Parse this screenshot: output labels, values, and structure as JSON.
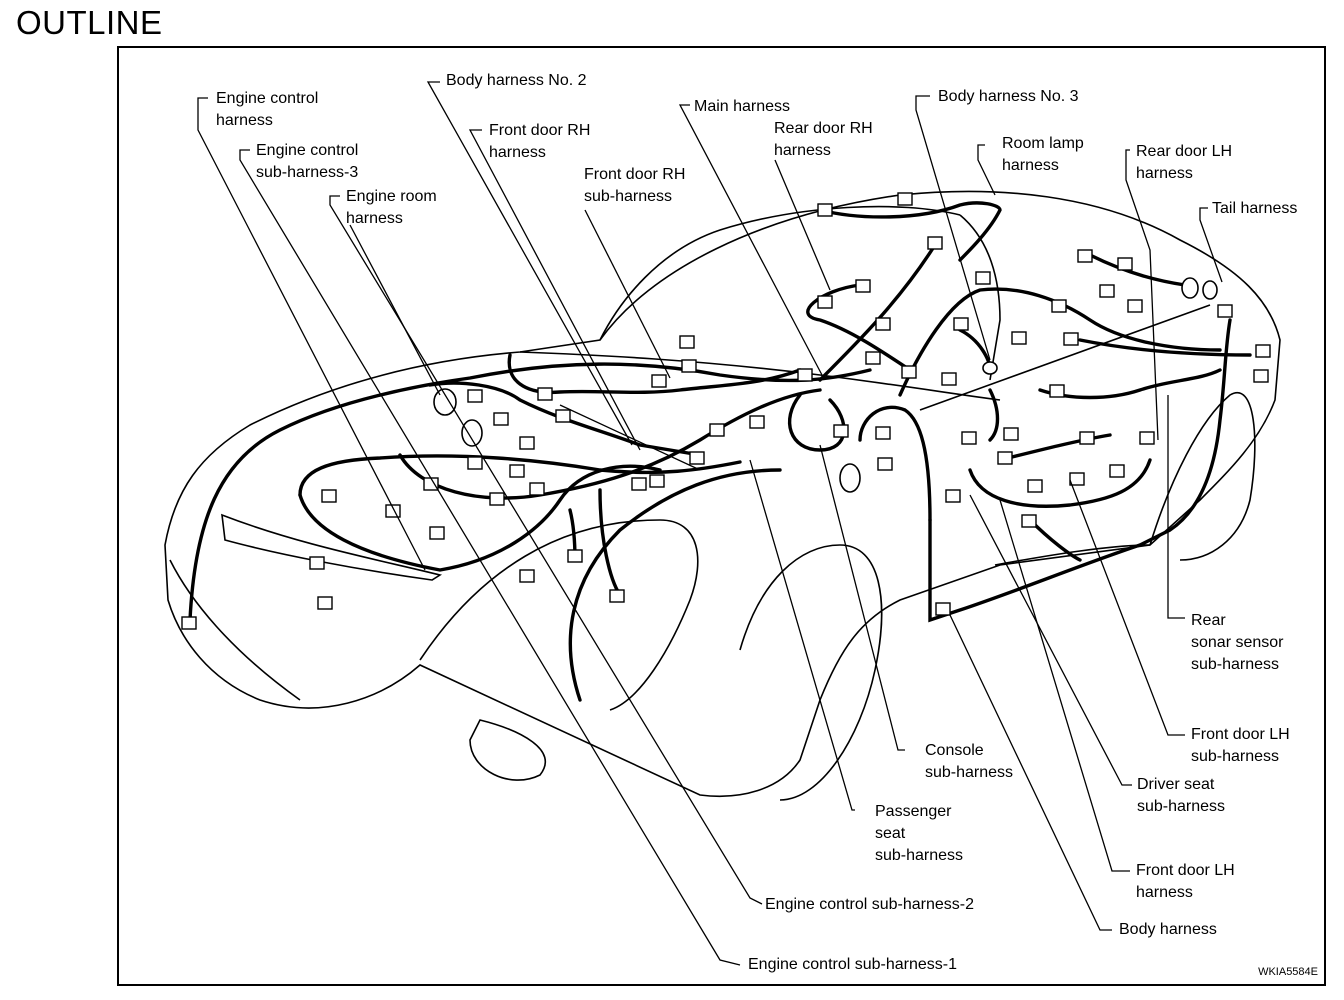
{
  "page_title": "OUTLINE",
  "figure_code": "WKIA5584E",
  "labels": {
    "engine_control_harness": [
      "Engine control",
      "harness"
    ],
    "body_harness_no2": [
      "Body harness No. 2"
    ],
    "front_door_rh_harness": [
      "Front door RH",
      "harness"
    ],
    "engine_control_sub_harness_3": [
      "Engine control",
      "sub-harness-3"
    ],
    "engine_room_harness": [
      "Engine room",
      "harness"
    ],
    "front_door_rh_sub_harness": [
      "Front door RH",
      "sub-harness"
    ],
    "main_harness": [
      "Main harness"
    ],
    "rear_door_rh_harness": [
      "Rear door RH",
      "harness"
    ],
    "body_harness_no3": [
      "Body harness No. 3"
    ],
    "room_lamp_harness": [
      "Room lamp",
      "harness"
    ],
    "rear_door_lh_harness": [
      "Rear door LH",
      "harness"
    ],
    "tail_harness": [
      "Tail harness"
    ],
    "rear_sonar_sensor_sub_harness": [
      "Rear",
      "sonar sensor",
      "sub-harness"
    ],
    "front_door_lh_sub_harness": [
      "Front door LH",
      "sub-harness"
    ],
    "console_sub_harness": [
      "Console",
      "sub-harness"
    ],
    "driver_seat_sub_harness": [
      "Driver seat",
      "sub-harness"
    ],
    "passenger_seat_sub_harness": [
      "Passenger",
      "seat",
      "sub-harness"
    ],
    "front_door_lh_harness": [
      "Front door LH",
      "harness"
    ],
    "body_harness": [
      "Body harness"
    ],
    "engine_control_sub_harness_2": [
      "Engine control sub-harness-2"
    ],
    "engine_control_sub_harness_1": [
      "Engine control sub-harness-1"
    ]
  }
}
